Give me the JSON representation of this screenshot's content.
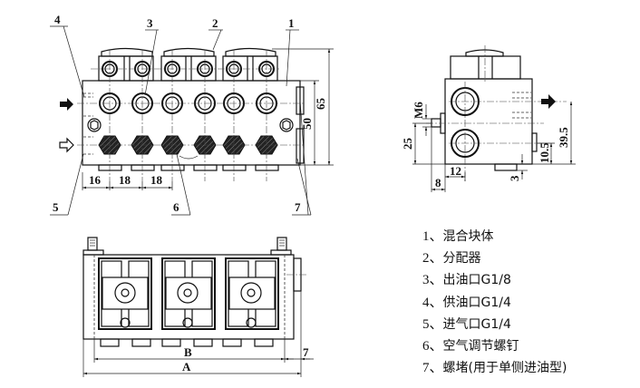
{
  "diagram": {
    "callouts": {
      "c1": "1",
      "c2": "2",
      "c3": "3",
      "c4": "4",
      "c5": "5",
      "c6": "6",
      "c7": "7"
    },
    "front_view_dims": {
      "d16": "16",
      "d18a": "18",
      "d18b": "18",
      "d50": "50",
      "d65": "65"
    },
    "side_view_dims": {
      "m6": "M6",
      "d25": "25",
      "d12": "12",
      "d8": "8",
      "d3": "3",
      "d10_5": "10.5",
      "d39_5": "39.5"
    },
    "top_view_dims": {
      "B": "B",
      "A": "A",
      "d7": "7"
    },
    "arrows": {
      "oil_in": "solid-arrow-right",
      "air_in": "hollow-arrow-right",
      "side_out": "solid-arrow-right"
    }
  },
  "legend": {
    "items": [
      {
        "num": "1、",
        "text": "混合块体"
      },
      {
        "num": "2、",
        "text": "分配器"
      },
      {
        "num": "3、",
        "text": "出油口G1/8"
      },
      {
        "num": "4、",
        "text": "供油口G1/4"
      },
      {
        "num": "5、",
        "text": "进气口G1/4"
      },
      {
        "num": "6、",
        "text": "空气调节螺钉"
      },
      {
        "num": "7、",
        "text": "螺堵(用于单侧进油型)"
      }
    ]
  }
}
